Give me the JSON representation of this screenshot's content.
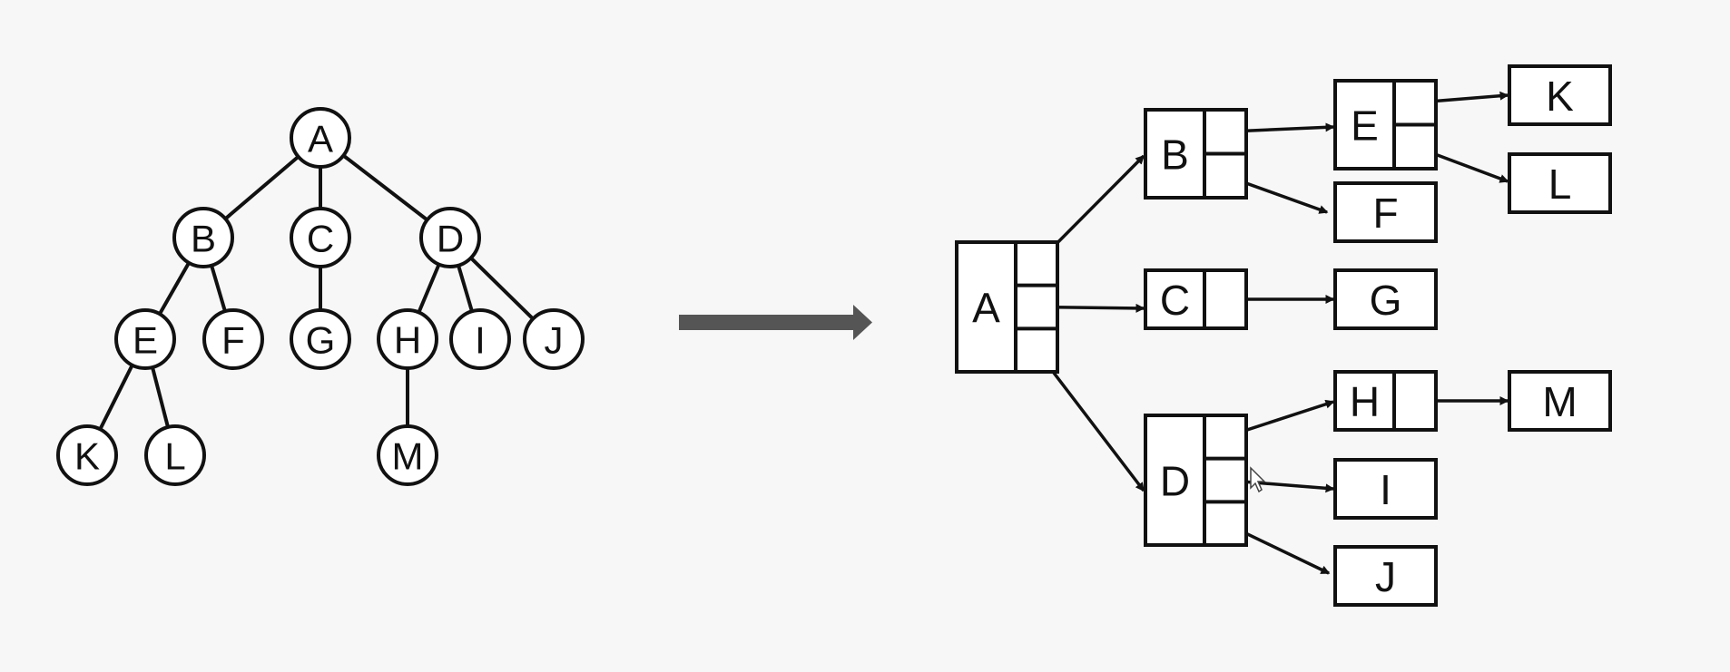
{
  "tree": {
    "nodes": [
      {
        "id": "A",
        "label": "A"
      },
      {
        "id": "B",
        "label": "B"
      },
      {
        "id": "C",
        "label": "C"
      },
      {
        "id": "D",
        "label": "D"
      },
      {
        "id": "E",
        "label": "E"
      },
      {
        "id": "F",
        "label": "F"
      },
      {
        "id": "G",
        "label": "G"
      },
      {
        "id": "H",
        "label": "H"
      },
      {
        "id": "I",
        "label": "I"
      },
      {
        "id": "J",
        "label": "J"
      },
      {
        "id": "K",
        "label": "K"
      },
      {
        "id": "L",
        "label": "L"
      },
      {
        "id": "M",
        "label": "M"
      }
    ],
    "edges": [
      [
        "A",
        "B"
      ],
      [
        "A",
        "C"
      ],
      [
        "A",
        "D"
      ],
      [
        "B",
        "E"
      ],
      [
        "B",
        "F"
      ],
      [
        "C",
        "G"
      ],
      [
        "D",
        "H"
      ],
      [
        "D",
        "I"
      ],
      [
        "D",
        "J"
      ],
      [
        "E",
        "K"
      ],
      [
        "E",
        "L"
      ],
      [
        "H",
        "M"
      ]
    ]
  },
  "linked": {
    "nodes": [
      {
        "id": "A",
        "label": "A",
        "slots": 3
      },
      {
        "id": "B",
        "label": "B",
        "slots": 2
      },
      {
        "id": "C",
        "label": "C",
        "slots": 1
      },
      {
        "id": "D",
        "label": "D",
        "slots": 3
      },
      {
        "id": "E",
        "label": "E",
        "slots": 2
      },
      {
        "id": "F",
        "label": "F",
        "slots": 0
      },
      {
        "id": "G",
        "label": "G",
        "slots": 0
      },
      {
        "id": "H",
        "label": "H",
        "slots": 1
      },
      {
        "id": "I",
        "label": "I",
        "slots": 0
      },
      {
        "id": "J",
        "label": "J",
        "slots": 0
      },
      {
        "id": "K",
        "label": "K",
        "slots": 0
      },
      {
        "id": "L",
        "label": "L",
        "slots": 0
      },
      {
        "id": "M",
        "label": "M",
        "slots": 0
      }
    ],
    "pointers": [
      {
        "from": "A",
        "slot": 0,
        "to": "B"
      },
      {
        "from": "A",
        "slot": 1,
        "to": "C"
      },
      {
        "from": "A",
        "slot": 2,
        "to": "D"
      },
      {
        "from": "B",
        "slot": 0,
        "to": "E"
      },
      {
        "from": "B",
        "slot": 1,
        "to": "F"
      },
      {
        "from": "C",
        "slot": 0,
        "to": "G"
      },
      {
        "from": "D",
        "slot": 0,
        "to": "H"
      },
      {
        "from": "D",
        "slot": 1,
        "to": "I"
      },
      {
        "from": "D",
        "slot": 2,
        "to": "J"
      },
      {
        "from": "E",
        "slot": 0,
        "to": "K"
      },
      {
        "from": "E",
        "slot": 1,
        "to": "L"
      },
      {
        "from": "H",
        "slot": 0,
        "to": "M"
      }
    ]
  },
  "colors": {
    "background": "#f7f7f7",
    "stroke": "#111111",
    "transform_arrow": "#555555"
  },
  "icons": {
    "transform_arrow": "right-arrow-icon",
    "cursor": "mouse-cursor-icon"
  }
}
